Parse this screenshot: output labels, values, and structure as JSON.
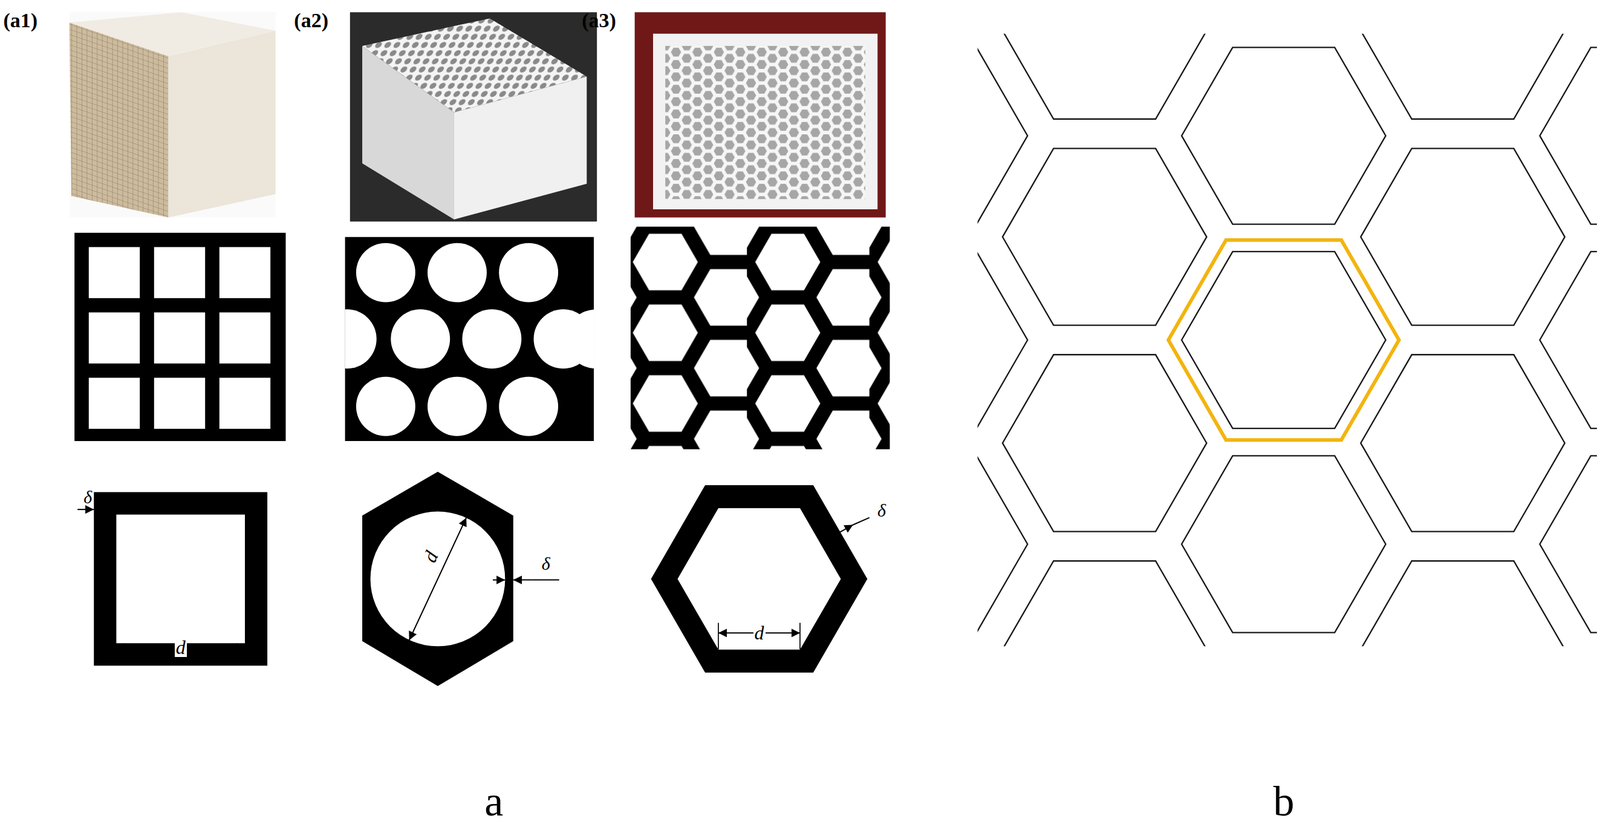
{
  "diagram": {
    "labels": [
      "(a1)",
      "(a2)",
      "(a3)",
      "δ",
      "d",
      "d",
      "δ",
      "δ",
      "d",
      "a",
      "b"
    ]
  }
}
